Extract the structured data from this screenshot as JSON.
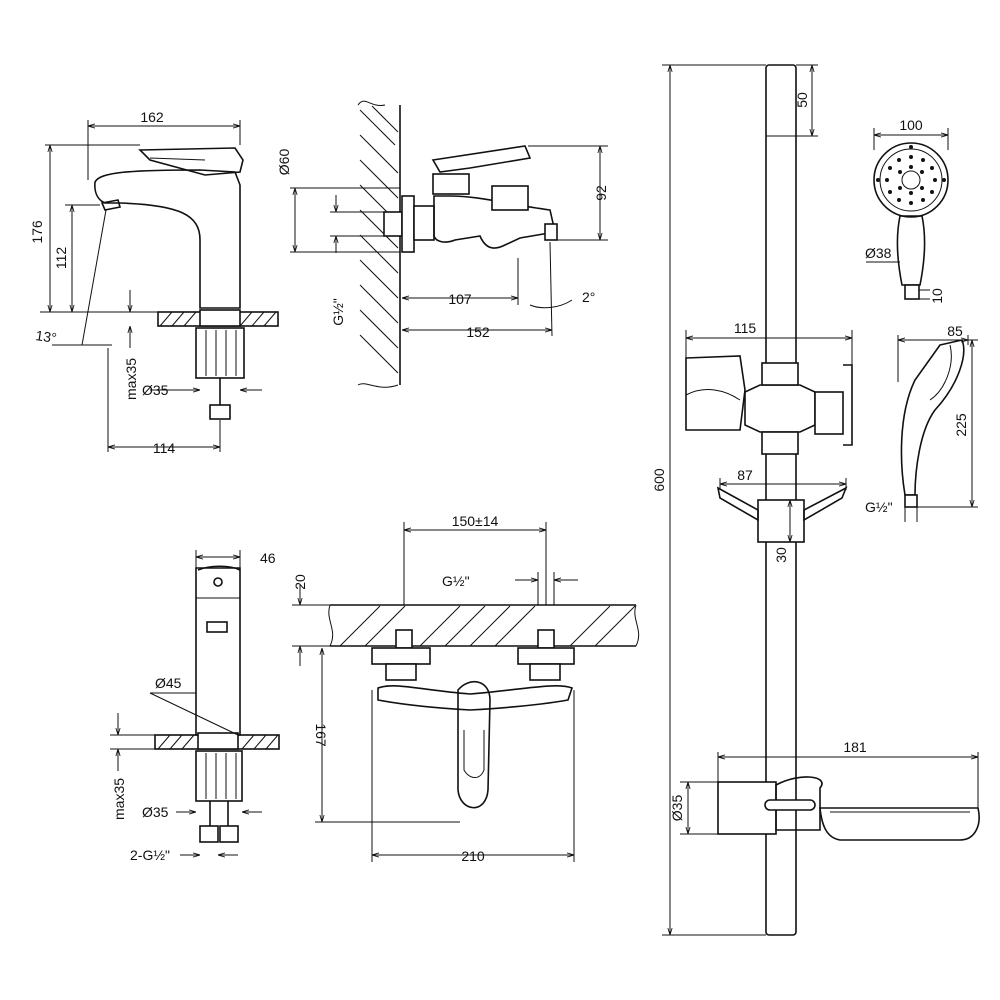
{
  "dimensions": {
    "basin_width": "162",
    "basin_height": "176",
    "basin_spout_height": "112",
    "basin_angle": "13°",
    "basin_max_thickness": "max35",
    "basin_hole_dia": "Ø35",
    "basin_reach": "114",
    "bath_flange_dia": "Ø60",
    "bath_thread": "G½\"",
    "bath_spout_reach": "107",
    "bath_total_depth": "152",
    "bath_height": "92",
    "bath_angle": "2°",
    "bidet_depth": "46",
    "bidet_hole_dia": "Ø45",
    "bidet_max_thickness": "max35",
    "bidet_hole_dia2": "Ø35",
    "bidet_hoses": "2-G½\"",
    "shower_center_distance": "150±14",
    "shower_thread": "G½\"",
    "shower_wall_offset": "20",
    "shower_height": "167",
    "shower_width": "210",
    "rail_length": "600",
    "rail_end_height": "50",
    "holder_width": "115",
    "bracket_width": "87",
    "bracket_height": "30",
    "soap_dish_width": "181",
    "rail_dia": "Ø35",
    "handshower_head_dia": "100",
    "handshower_handle_dia": "Ø38",
    "handshower_connector": "10",
    "handshower_depth": "85",
    "handshower_length": "225",
    "handshower_thread": "G½\""
  }
}
